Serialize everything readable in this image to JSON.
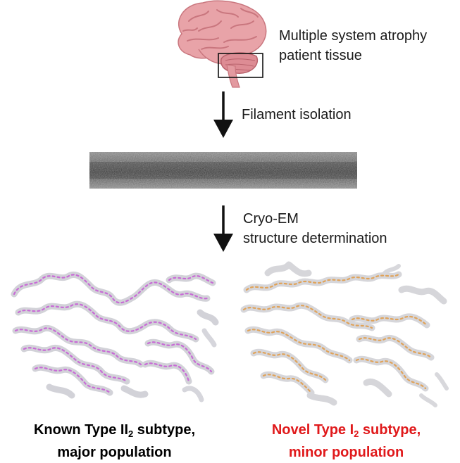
{
  "tissue": {
    "line1": "Multiple system atrophy",
    "line2": "patient tissue"
  },
  "steps": {
    "isolation": "Filament isolation",
    "cryo_line1": "Cryo-EM",
    "cryo_line2": "structure determination"
  },
  "left_result": {
    "part1": "Known Type II",
    "sub": "2",
    "part2": " subtype,",
    "line2": "major population",
    "color": "#000000"
  },
  "right_result": {
    "part1": "Novel Type I",
    "sub": "2",
    "part2": " subtype,",
    "line2": "minor population",
    "color": "#e0191b"
  },
  "colors": {
    "brain": "#e8a3a8",
    "brain_dark": "#c9767e",
    "density": "#d9d9de",
    "left_model": "#c86bd6",
    "right_model": "#e0a35a"
  },
  "icons": [
    "brain-illustration",
    "down-arrow-icon",
    "micrograph-image",
    "density-map"
  ]
}
